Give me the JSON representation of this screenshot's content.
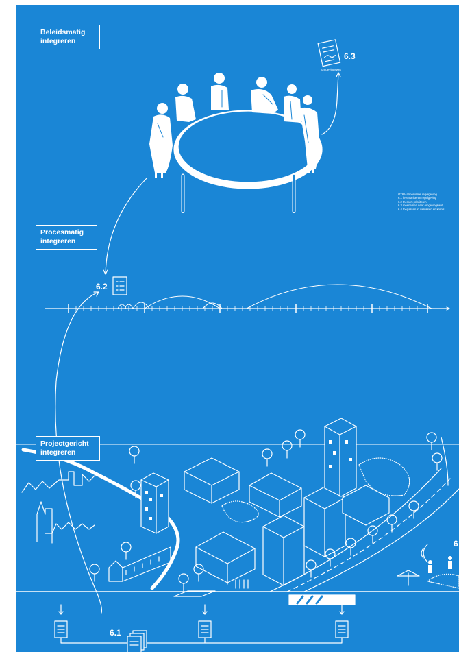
{
  "labels": {
    "beleidsmatig": "Beleidsmatig integreren",
    "procesmatig": "Procesmatig integreren",
    "projectgericht": "Projectgericht integreren"
  },
  "steps": {
    "s63": "6.3",
    "s62": "6.2",
    "s61": "6.1",
    "s6": "6"
  },
  "omgevingswet_caption": "omgevingswet",
  "legend": {
    "title": "OT6 Harmonisatie regelgeving",
    "items": [
      "6.1 inventariseren regelgeving",
      "6.2 thema's prioriteren",
      "6.3 meenemen naar omgevingswet",
      "6.4 toepassen in casussen en komis"
    ]
  },
  "colors": {
    "background": "#1a86d6",
    "line": "#ffffff"
  },
  "icons": [
    "document-icon",
    "checklist-icon",
    "document-stack-icon",
    "law-document-icon"
  ]
}
